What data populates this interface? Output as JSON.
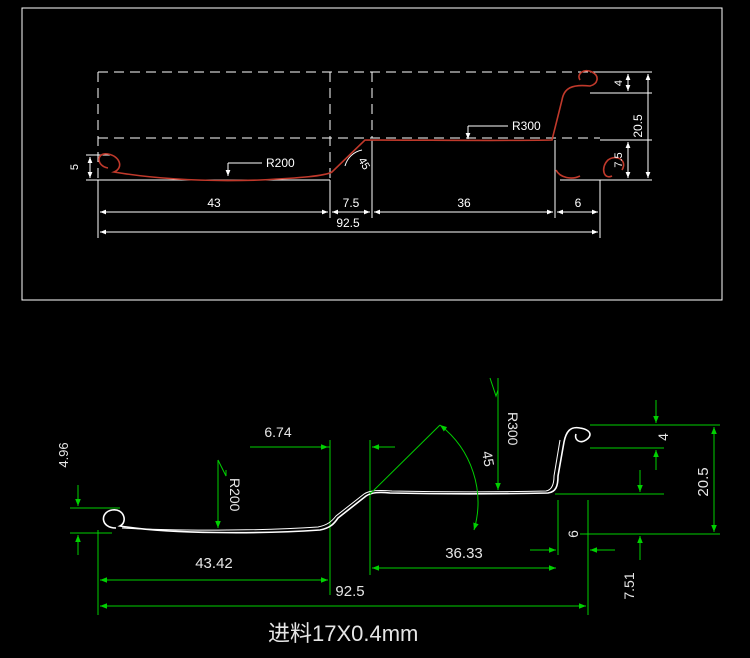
{
  "colors": {
    "background": "#000000",
    "frame": "#ffffff",
    "profile_top": "#c0392b",
    "profile_bottom": "#ffffff",
    "dim_top": "#ffffff",
    "dim_bottom": "#00d000",
    "text_bottom": "#e6e6e6"
  },
  "top_view": {
    "radius_left": "R200",
    "radius_right": "R300",
    "angle": "45",
    "dims": {
      "left_height": "5",
      "seg_1": "43",
      "seg_2": "7.5",
      "seg_3": "36",
      "seg_4": "6",
      "total": "92.5",
      "right_top": "4",
      "right_total": "20.5",
      "right_bottom": "7.5"
    }
  },
  "bottom_view": {
    "radius_left": "R200",
    "radius_right": "R300",
    "angle": "45",
    "dims": {
      "left_height": "4.96",
      "slope_width": "6.74",
      "seg_1": "43.42",
      "seg_3": "36.33",
      "seg_4": "6",
      "total": "92.5",
      "right_top": "4",
      "right_total": "20.5",
      "right_bottom": "7.51"
    },
    "caption": "进料17X0.4mm"
  }
}
